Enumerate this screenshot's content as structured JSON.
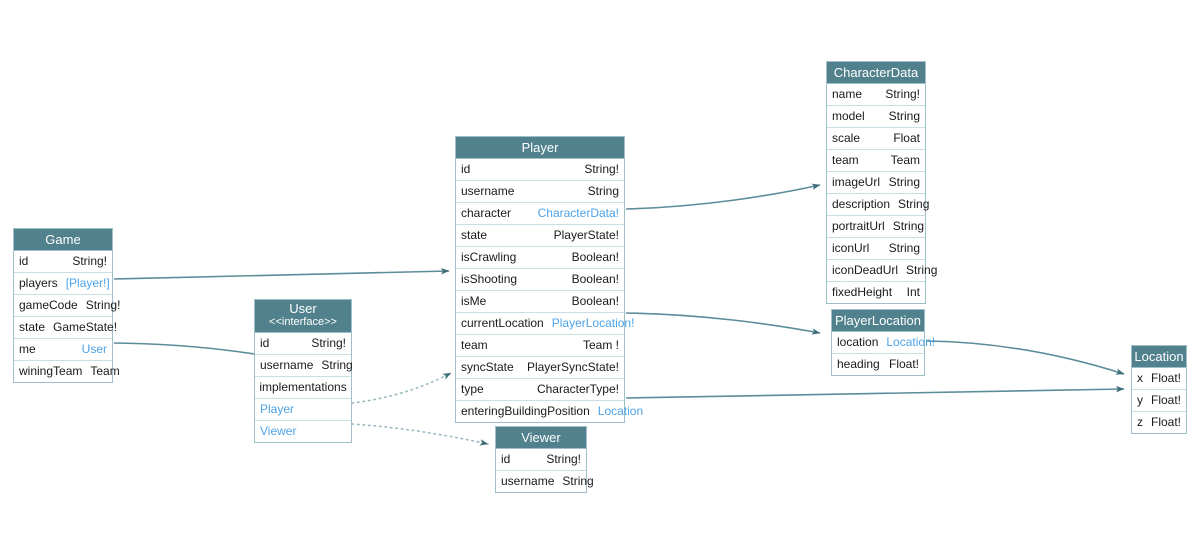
{
  "diagram": {
    "title": "GraphQL Schema Diagram",
    "colors": {
      "header_bg": "#50818c",
      "header_text": "#ffffff",
      "border": "#9fc0c8",
      "row_border": "#c9dee3",
      "reference_text": "#4da3e8",
      "edge_line": "#5c8c99",
      "background": "#ffffff"
    }
  },
  "entities": {
    "game": {
      "name": "Game",
      "fields": [
        {
          "name": "id",
          "type": "String!",
          "ref": false
        },
        {
          "name": "players",
          "type": "[Player!]",
          "ref": true
        },
        {
          "name": "gameCode",
          "type": "String!",
          "ref": false
        },
        {
          "name": "state",
          "type": "GameState!",
          "ref": false
        },
        {
          "name": "me",
          "type": "User",
          "ref": true
        },
        {
          "name": "winingTeam",
          "type": "Team",
          "ref": false
        }
      ]
    },
    "user": {
      "name": "User",
      "stereotype": "<<interface>>",
      "fields": [
        {
          "name": "id",
          "type": "String!",
          "ref": false
        },
        {
          "name": "username",
          "type": "String",
          "ref": false
        }
      ],
      "implementations_label": "implementations",
      "implementations": [
        "Player",
        "Viewer"
      ]
    },
    "player": {
      "name": "Player",
      "fields": [
        {
          "name": "id",
          "type": "String!",
          "ref": false
        },
        {
          "name": "username",
          "type": "String",
          "ref": false
        },
        {
          "name": "character",
          "type": "CharacterData!",
          "ref": true
        },
        {
          "name": "state",
          "type": "PlayerState!",
          "ref": false
        },
        {
          "name": "isCrawling",
          "type": "Boolean!",
          "ref": false
        },
        {
          "name": "isShooting",
          "type": "Boolean!",
          "ref": false
        },
        {
          "name": "isMe",
          "type": "Boolean!",
          "ref": false
        },
        {
          "name": "currentLocation",
          "type": "PlayerLocation!",
          "ref": true
        },
        {
          "name": "team",
          "type": "Team !",
          "ref": false
        },
        {
          "name": "syncState",
          "type": "PlayerSyncState!",
          "ref": false
        },
        {
          "name": "type",
          "type": "CharacterType!",
          "ref": false
        },
        {
          "name": "enteringBuildingPosition",
          "type": "Location",
          "ref": true
        }
      ]
    },
    "viewer": {
      "name": "Viewer",
      "fields": [
        {
          "name": "id",
          "type": "String!",
          "ref": false
        },
        {
          "name": "username",
          "type": "String",
          "ref": false
        }
      ]
    },
    "characterData": {
      "name": "CharacterData",
      "fields": [
        {
          "name": "name",
          "type": "String!",
          "ref": false
        },
        {
          "name": "model",
          "type": "String",
          "ref": false
        },
        {
          "name": "scale",
          "type": "Float",
          "ref": false
        },
        {
          "name": "team",
          "type": "Team",
          "ref": false
        },
        {
          "name": "imageUrl",
          "type": "String",
          "ref": false
        },
        {
          "name": "description",
          "type": "String",
          "ref": false
        },
        {
          "name": "portraitUrl",
          "type": "String",
          "ref": false
        },
        {
          "name": "iconUrl",
          "type": "String",
          "ref": false
        },
        {
          "name": "iconDeadUrl",
          "type": "String",
          "ref": false
        },
        {
          "name": "fixedHeight",
          "type": "Int",
          "ref": false
        }
      ]
    },
    "playerLocation": {
      "name": "PlayerLocation",
      "fields": [
        {
          "name": "location",
          "type": "Location!",
          "ref": true
        },
        {
          "name": "heading",
          "type": "Float!",
          "ref": false
        }
      ]
    },
    "location": {
      "name": "Location",
      "fields": [
        {
          "name": "x",
          "type": "Float!",
          "ref": false
        },
        {
          "name": "y",
          "type": "Float!",
          "ref": false
        },
        {
          "name": "z",
          "type": "Float!",
          "ref": false
        }
      ]
    }
  },
  "edges": [
    {
      "from": "game.players",
      "to": "player",
      "style": "solid",
      "arrow": true
    },
    {
      "from": "game.me",
      "to": "user",
      "style": "solid",
      "arrow": true
    },
    {
      "from": "user.implementations.Player",
      "to": "player",
      "style": "dotted",
      "arrow": true
    },
    {
      "from": "user.implementations.Viewer",
      "to": "viewer",
      "style": "dotted",
      "arrow": true
    },
    {
      "from": "player.character",
      "to": "characterData",
      "style": "solid",
      "arrow": true
    },
    {
      "from": "player.currentLocation",
      "to": "playerLocation",
      "style": "solid",
      "arrow": true
    },
    {
      "from": "player.enteringBuildingPosition",
      "to": "location",
      "style": "solid",
      "arrow": true
    },
    {
      "from": "playerLocation.location",
      "to": "location",
      "style": "solid",
      "arrow": true
    }
  ]
}
